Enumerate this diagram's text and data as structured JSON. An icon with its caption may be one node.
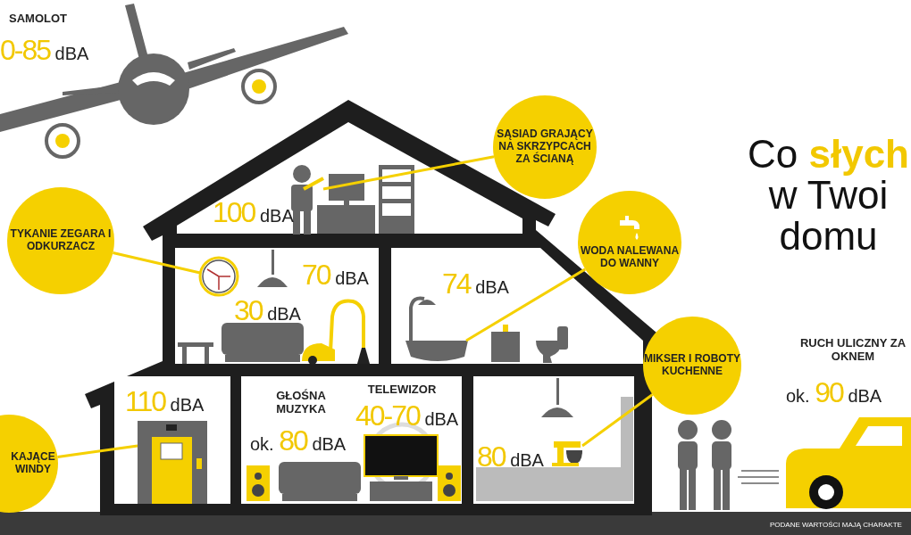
{
  "diagram": {
    "title": "Co **słych** w Twoi domu",
    "caption": "PODANE WARTOŚCI MAJĄ CHARAKTE",
    "nodes": [
      {
        "text": [
          "SĄSIAD GRAJĄCY NA SKRZYPCACH ZA ŚCIANĄ"
        ]
      },
      {
        "text": [
          "TYKANIE ZEGARA I ODKURZACZ"
        ]
      },
      {
        "text": [
          "WODA NALEWANA DO WANNY"
        ]
      },
      {
        "text": [
          "MIKSER I ROBOTY KUCHENNE"
        ]
      },
      {
        "text": [
          "KAJĄCE WINDY"
        ]
      },
      {
        "text": [],
        "shape": "picture"
      },
      {
        "text": [],
        "shape": "picture"
      },
      {
        "text": [],
        "shape": "picture"
      },
      {
        "text": [],
        "shape": "picture"
      },
      {
        "text": [],
        "shape": "picture"
      }
    ],
    "edges": [
      {
        "from": 0,
        "to": 7,
        "arrow": "none"
      },
      {
        "from": 1,
        "to": 6,
        "arrow": "none"
      },
      {
        "from": 2,
        "to": 8,
        "arrow": "none"
      },
      {
        "from": 3,
        "to": 9,
        "arrow": "none"
      },
      {
        "from": 4,
        "to": 5,
        "arrow": "none"
      }
    ],
    "labels": [
      "SAMOLOT",
      "**0-85** dBA",
      "**100** dBA",
      "**70** dBA",
      "**30** dBA",
      "**74** dBA",
      "RUCH ULICZNY ZA OKNEM",
      "**110** dBA",
      "GŁOŚNA MUZYKA",
      "TELEWIZOR",
      "**40-70** dBA",
      "ok. **80** dBA",
      "ok. **90** dBA",
      "**80** dBA"
    ]
  }
}
